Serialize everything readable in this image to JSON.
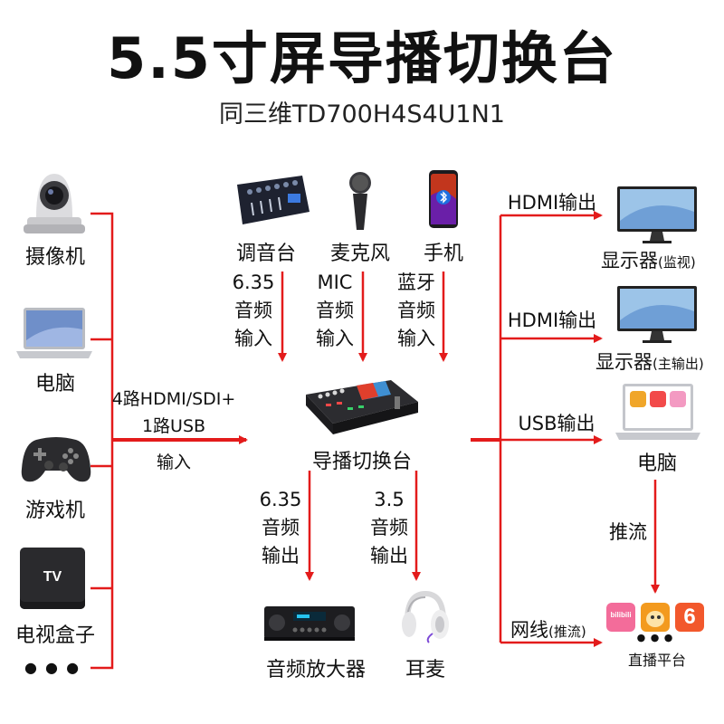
{
  "title": "5.5寸屏导播切换台",
  "subtitle": "同三维TD700H4S4U1N1",
  "inputs": {
    "camera": "摄像机",
    "laptop": "电脑",
    "gamepad": "游戏机",
    "tvbox": "电视盒子",
    "tvbox_text": "TV",
    "more": "● ● ●"
  },
  "input_edge_label": [
    "4路HDMI/SDI+",
    "1路USB",
    "输入"
  ],
  "audio_sources": {
    "mixer": "调音台",
    "mic": "麦克风",
    "phone": "手机",
    "mixer_edge": [
      "6.35",
      "音频",
      "输入"
    ],
    "mic_edge": [
      "MIC",
      "音频",
      "输入"
    ],
    "phone_edge": [
      "蓝牙",
      "音频",
      "输入"
    ]
  },
  "center": "导播切换台",
  "audio_outputs": {
    "out1_edge": [
      "6.35",
      "音频",
      "输出"
    ],
    "out2_edge": [
      "3.5",
      "音频",
      "输出"
    ],
    "amp": "音频放大器",
    "headset": "耳麦"
  },
  "outputs": {
    "hdmi1": "HDMI输出",
    "monitor1": "显示器",
    "monitor1_sub": "(监视)",
    "hdmi2": "HDMI输出",
    "monitor2": "显示器",
    "monitor2_sub": "(主输出)",
    "usb": "USB输出",
    "pc": "电脑",
    "stream": "推流",
    "net": "网线",
    "net_sub": "(推流)",
    "more": "● ● ●",
    "platform": "直播平台",
    "bilibili": "bilibili",
    "six": "6"
  },
  "colors": {
    "arrow": "#e31b1b",
    "text": "#111111"
  }
}
